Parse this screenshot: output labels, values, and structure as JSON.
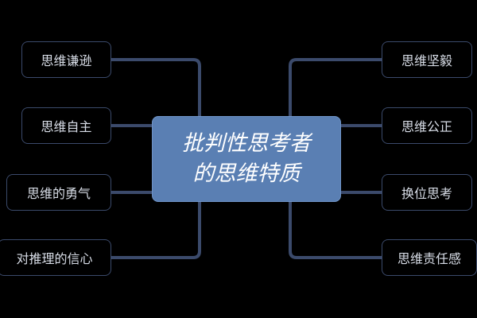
{
  "center": {
    "line1": "批判性思考者",
    "line2": "的思维特质"
  },
  "left_nodes": [
    "思维谦逊",
    "思维自主",
    "思维的勇气",
    "对推理的信心"
  ],
  "right_nodes": [
    "思维坚毅",
    "思维公正",
    "换位思考",
    "思维责任感"
  ],
  "colors": {
    "background": "#000000",
    "center_fill": "#5a7fb3",
    "node_border": "#3b4a6b",
    "connector": "#3b4a6b",
    "node_text": "#d9dee8"
  }
}
